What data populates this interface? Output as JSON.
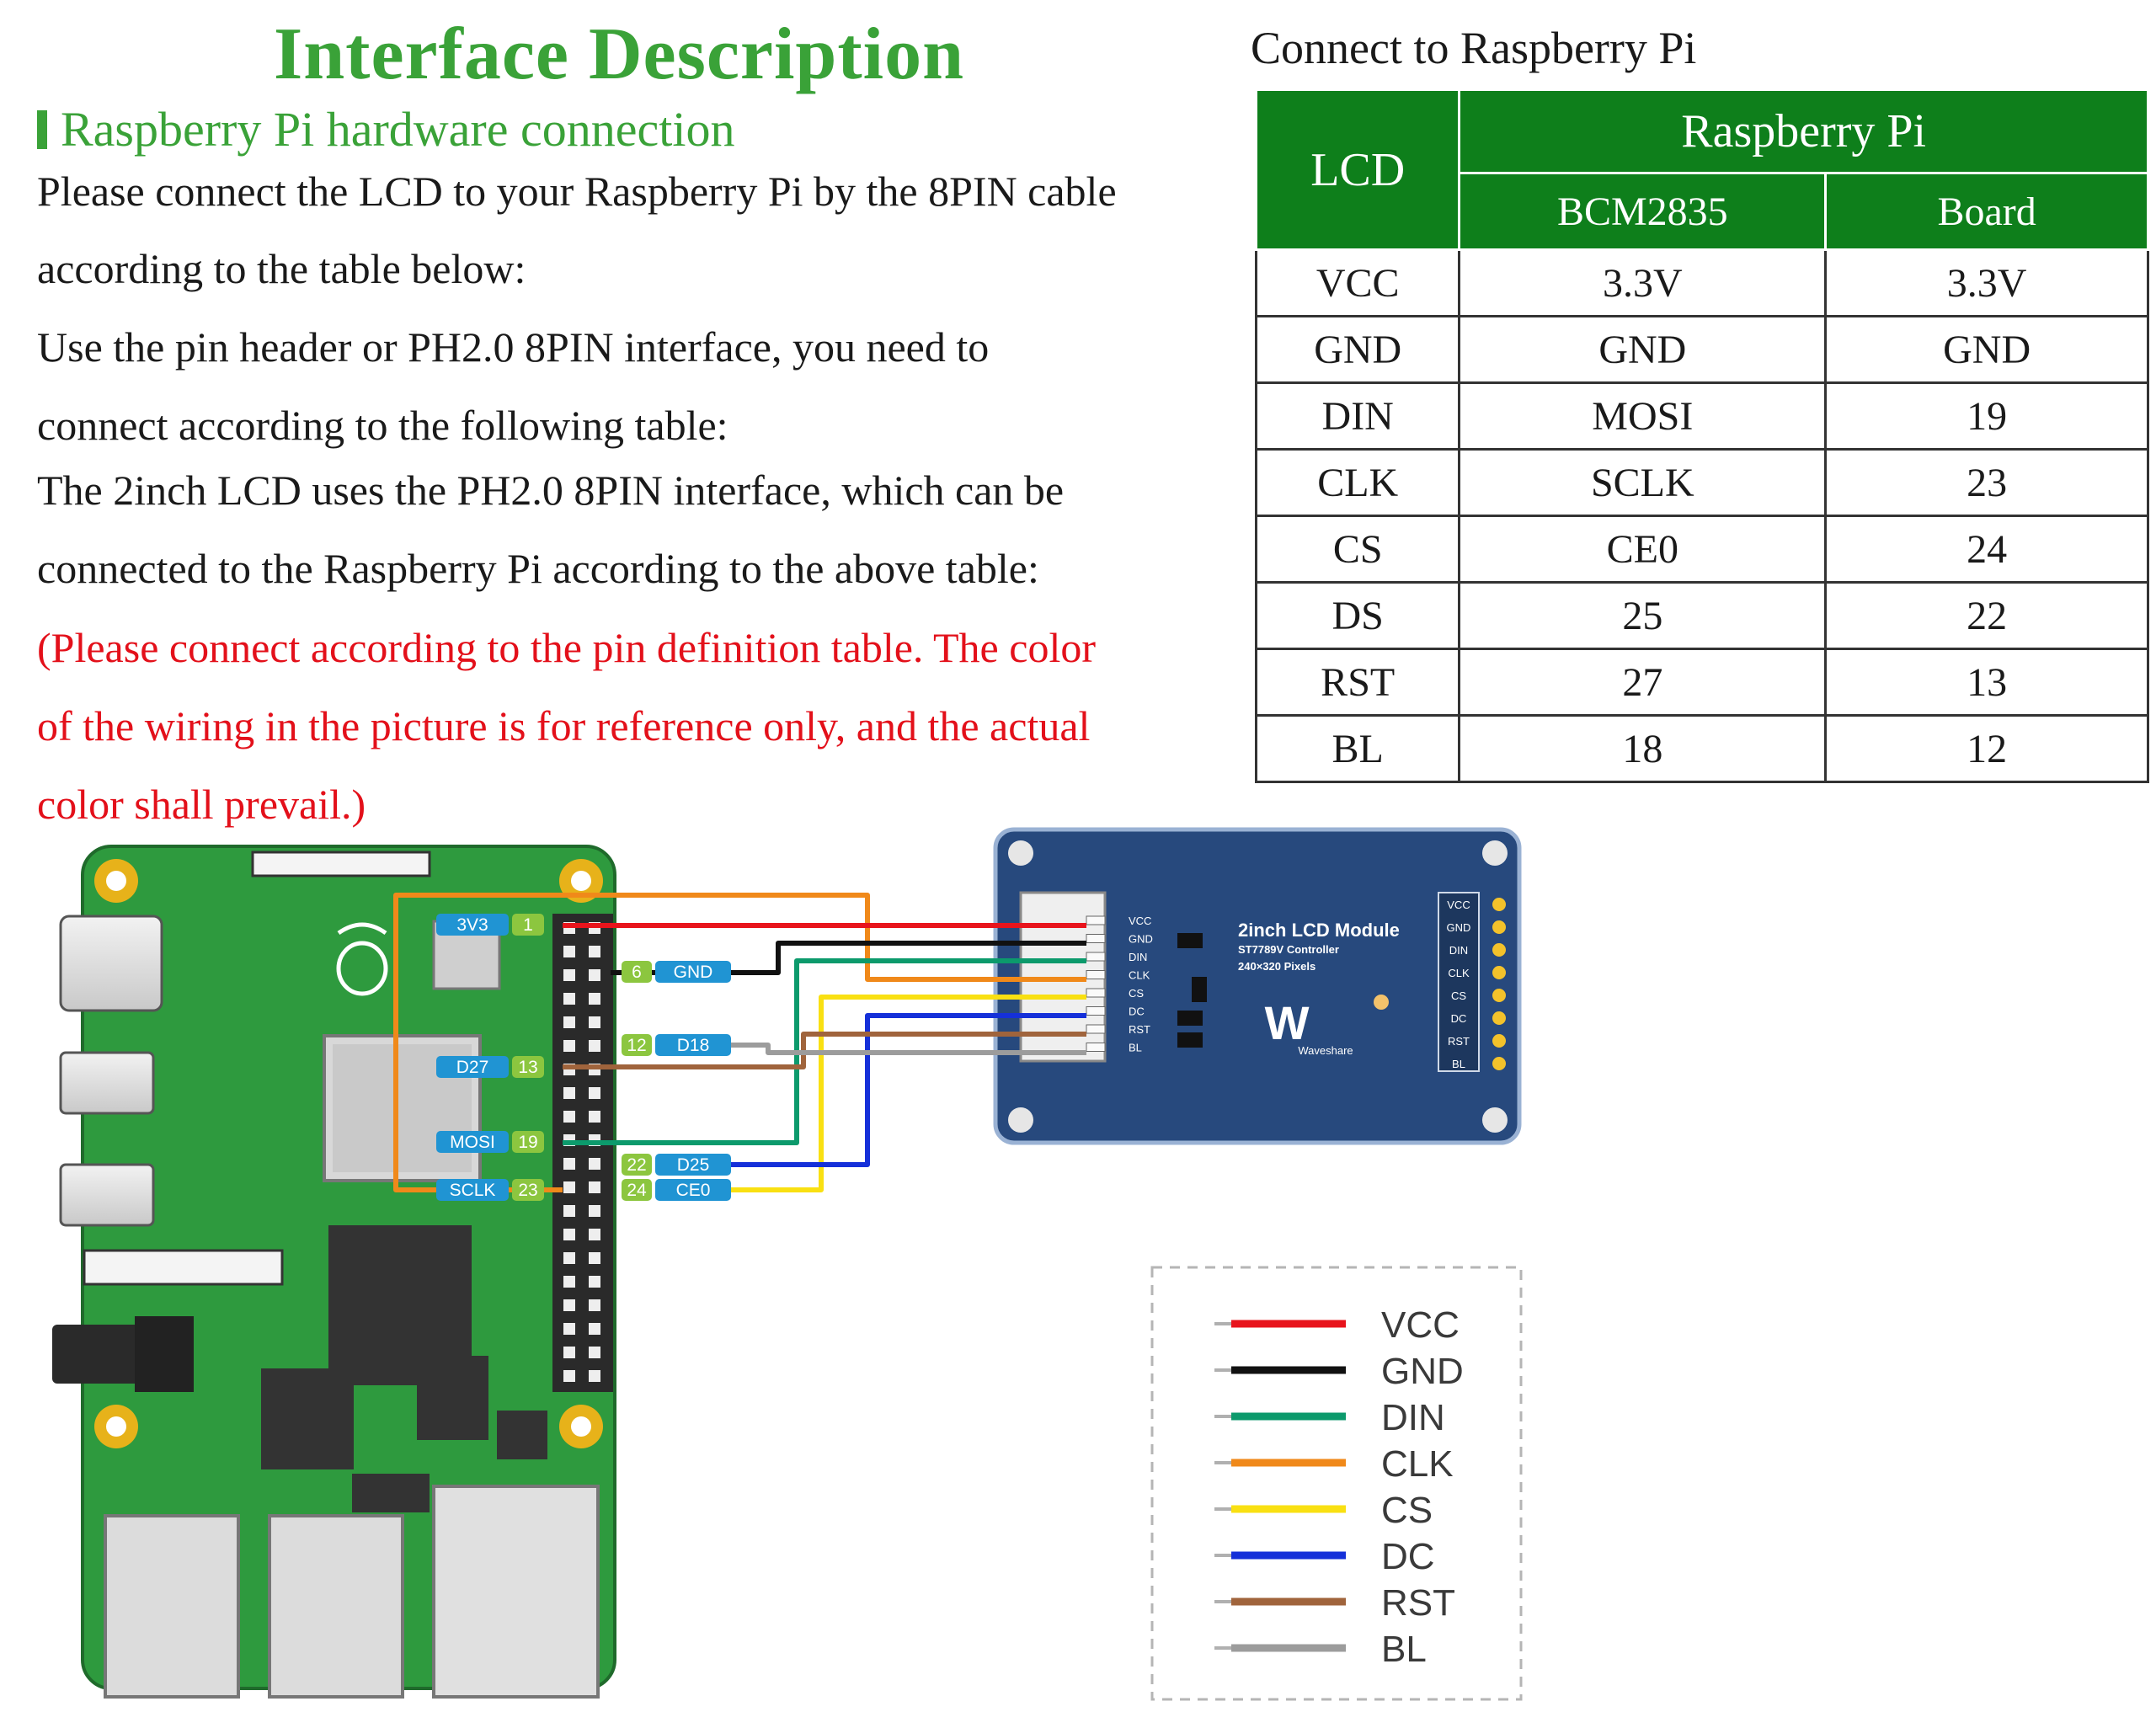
{
  "title": "Interface Description",
  "section": "Raspberry Pi hardware connection",
  "paragraphs": [
    "Please connect the LCD to your Raspberry Pi by the 8PIN cable",
    "according to the table below:",
    "Use the pin header or PH2.0 8PIN interface, you need to",
    "connect according to the following table:",
    "The 2inch LCD uses the PH2.0 8PIN interface, which can be",
    "connected to the Raspberry Pi according to the above table:"
  ],
  "note_lines": [
    "(Please connect according to the pin definition table. The color",
    "of the wiring in the picture is for reference only, and the actual",
    "color shall prevail.)"
  ],
  "table": {
    "caption": "Connect to Raspberry Pi",
    "col_lcd": "LCD",
    "col_group": "Raspberry Pi",
    "col_bcm": "BCM2835",
    "col_board": "Board",
    "rows": [
      {
        "lcd": "VCC",
        "bcm": "3.3V",
        "board": "3.3V"
      },
      {
        "lcd": "GND",
        "bcm": "GND",
        "board": "GND"
      },
      {
        "lcd": "DIN",
        "bcm": "MOSI",
        "board": "19"
      },
      {
        "lcd": "CLK",
        "bcm": "SCLK",
        "board": "23"
      },
      {
        "lcd": "CS",
        "bcm": "CE0",
        "board": "24"
      },
      {
        "lcd": "DS",
        "bcm": "25",
        "board": "22"
      },
      {
        "lcd": "RST",
        "bcm": "27",
        "board": "13"
      },
      {
        "lcd": "BL",
        "bcm": "18",
        "board": "12"
      }
    ]
  },
  "pi_labels": {
    "v33": "3V3",
    "p1": "1",
    "gnd": "GND",
    "p6": "6",
    "d18": "D18",
    "p12": "12",
    "d27": "D27",
    "p13": "13",
    "mosi": "MOSI",
    "p19": "19",
    "d25": "D25",
    "p22": "22",
    "sclk": "SCLK",
    "p23": "23",
    "ce0": "CE0",
    "p24": "24"
  },
  "module": {
    "name": "2inch LCD Module",
    "controller": "ST7789V Controller",
    "pixels": "240×320 Pixels",
    "brand": "Waveshare",
    "logo": "W",
    "left_pins": [
      "VCC",
      "GND",
      "DIN",
      "CLK",
      "CS",
      "DC",
      "RST",
      "BL"
    ],
    "right_pins": [
      "VCC",
      "GND",
      "DIN",
      "CLK",
      "CS",
      "DC",
      "RST",
      "BL"
    ]
  },
  "legend": [
    {
      "label": "VCC",
      "color": "#e8141c"
    },
    {
      "label": "GND",
      "color": "#111111"
    },
    {
      "label": "DIN",
      "color": "#0c9a6c"
    },
    {
      "label": "CLK",
      "color": "#f0891a"
    },
    {
      "label": "CS",
      "color": "#f9e012"
    },
    {
      "label": "DC",
      "color": "#1530d9"
    },
    {
      "label": "RST",
      "color": "#a0643c"
    },
    {
      "label": "BL",
      "color": "#9c9c9c"
    }
  ],
  "colors": {
    "green_accent": "#3aa238",
    "table_header": "#0e7f1b",
    "note_red": "#e3101a",
    "pcb_green": "#2e9a3e",
    "module_blue": "#27497d"
  }
}
